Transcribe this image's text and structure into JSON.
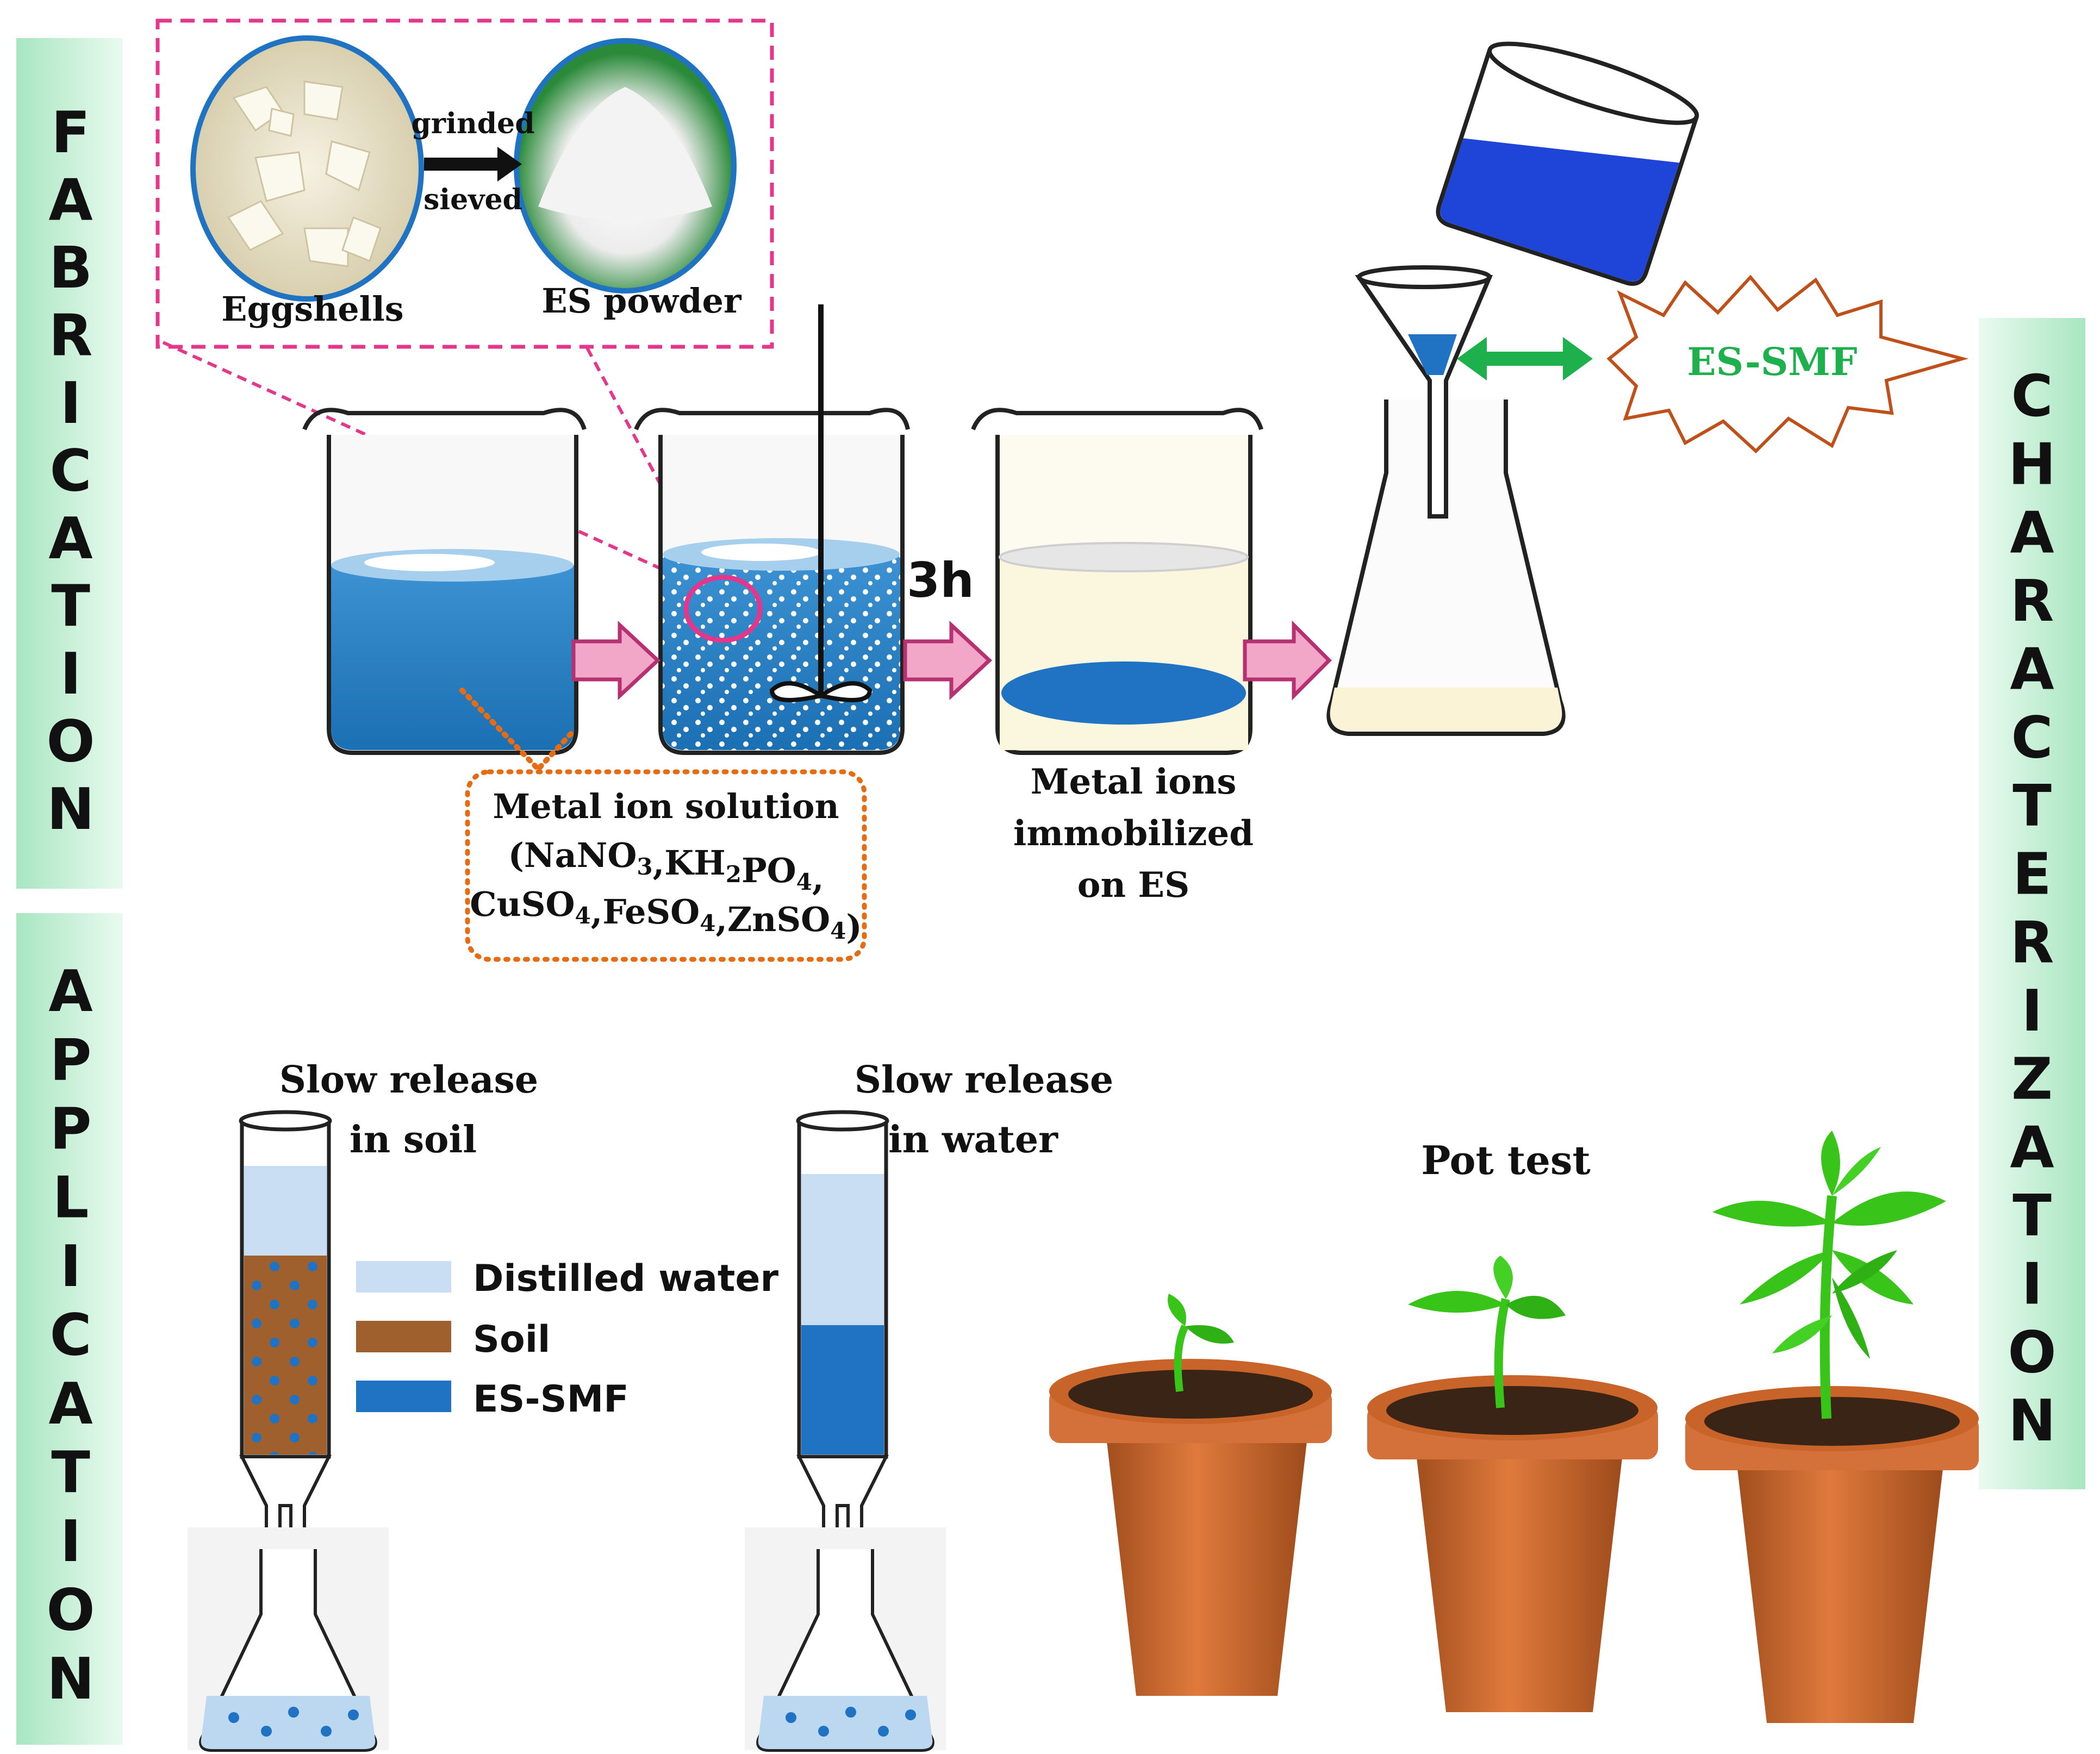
{
  "side_labels": {
    "fabrication": "FABRICATION",
    "application": "APPLICATION",
    "characterization": "CHARACTERIZATION"
  },
  "inset": {
    "eggshells": "Eggshells",
    "es_powder": "ES powder",
    "grinded": "grinded",
    "sieved": "sieved"
  },
  "process": {
    "time": "3h",
    "metal_ion_title": "Metal ion solution",
    "formula_line1": "(NaNO3,KH2PO4,",
    "formula_line2": "CuSO4,FeSO4,ZnSO4)",
    "immobilized_1": "Metal ions",
    "immobilized_2": "immobilized",
    "immobilized_3": "on ES",
    "product": "ES-SMF"
  },
  "application": {
    "soil_title_1": "Slow release",
    "soil_title_2": "in soil",
    "water_title_1": "Slow release",
    "water_title_2": "in water",
    "pot_title": "Pot test",
    "legend": [
      {
        "label": "Distilled water",
        "color": "#c9def2"
      },
      {
        "label": "Soil",
        "color": "#a0602e"
      },
      {
        "label": "ES-SMF",
        "color": "#1f73c2"
      }
    ]
  },
  "colors": {
    "solution_blue": "#2e86c8",
    "band_green": "#c6efd6",
    "magenta_dash": "#e4368a",
    "orange_dot": "#e66c14",
    "green_arrow": "#1fb04e",
    "pot": "#c8642a",
    "plant": "#39c41a"
  }
}
